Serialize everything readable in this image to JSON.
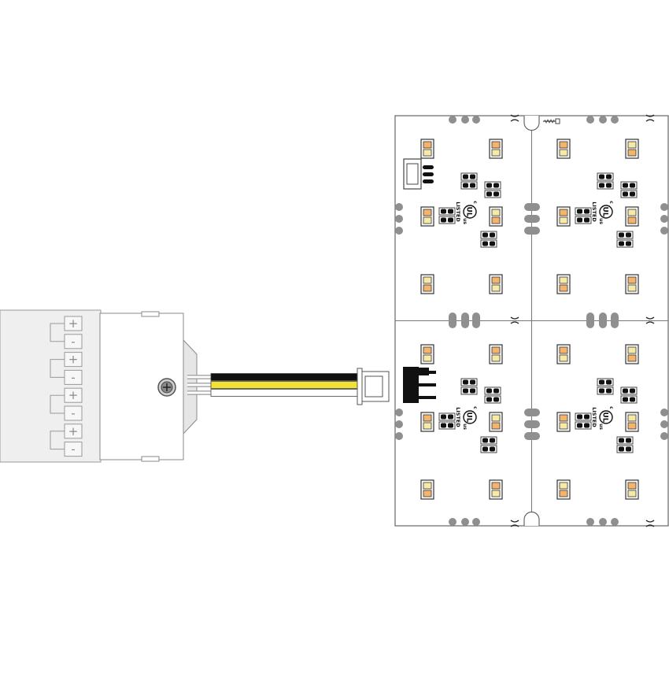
{
  "controller": {
    "terminal_polarity": [
      "+",
      "-",
      "+",
      "-",
      "+",
      "-",
      "+",
      "-"
    ]
  },
  "wires": {
    "colors": [
      "#111111",
      "#f3e236",
      "#ffffff"
    ]
  },
  "led_panel": {
    "board_color": "#ffffff",
    "warm_led_color": "#f4b46c",
    "cool_led_color": "#f7eaa6",
    "cert_mark": {
      "logo_text": "UL",
      "c_text": "c",
      "us_text": "us",
      "listed_text": "LISTED"
    }
  },
  "icons": [
    "screw-icon",
    "cut-mark-icon",
    "ul-listed-icon"
  ]
}
